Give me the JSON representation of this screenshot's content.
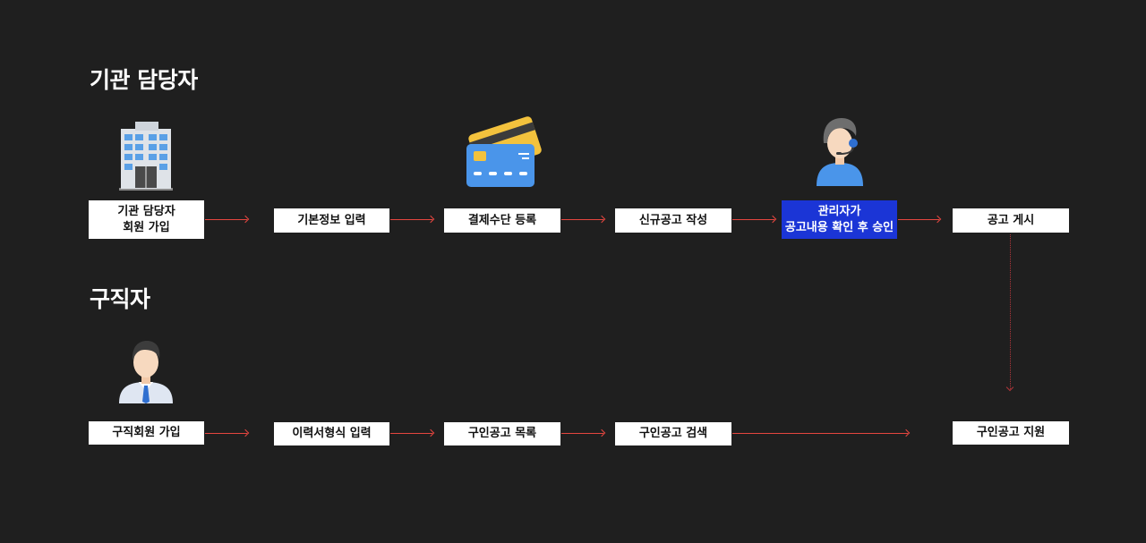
{
  "sections": {
    "agency": {
      "title": "기관 담당자"
    },
    "seeker": {
      "title": "구직자"
    }
  },
  "agency_flow": {
    "steps": [
      "기관 담당자\n회원 가입",
      "기본정보 입력",
      "결제수단 등록",
      "신규공고 작성",
      "관리자가\n공고내용 확인 후 승인",
      "공고 게시"
    ]
  },
  "seeker_flow": {
    "steps": [
      "구직회원 가입",
      "이력서형식 입력",
      "구인공고 목록",
      "구인공고 검색",
      "구인공고 지원"
    ]
  },
  "icons": {
    "building": "building-icon",
    "card": "credit-card-icon",
    "admin": "admin-headset-icon",
    "user": "jobseeker-icon"
  },
  "colors": {
    "background": "#1f1f1f",
    "box": "#ffffff",
    "highlight": "#1b35d6",
    "arrow": "#e5463f"
  }
}
